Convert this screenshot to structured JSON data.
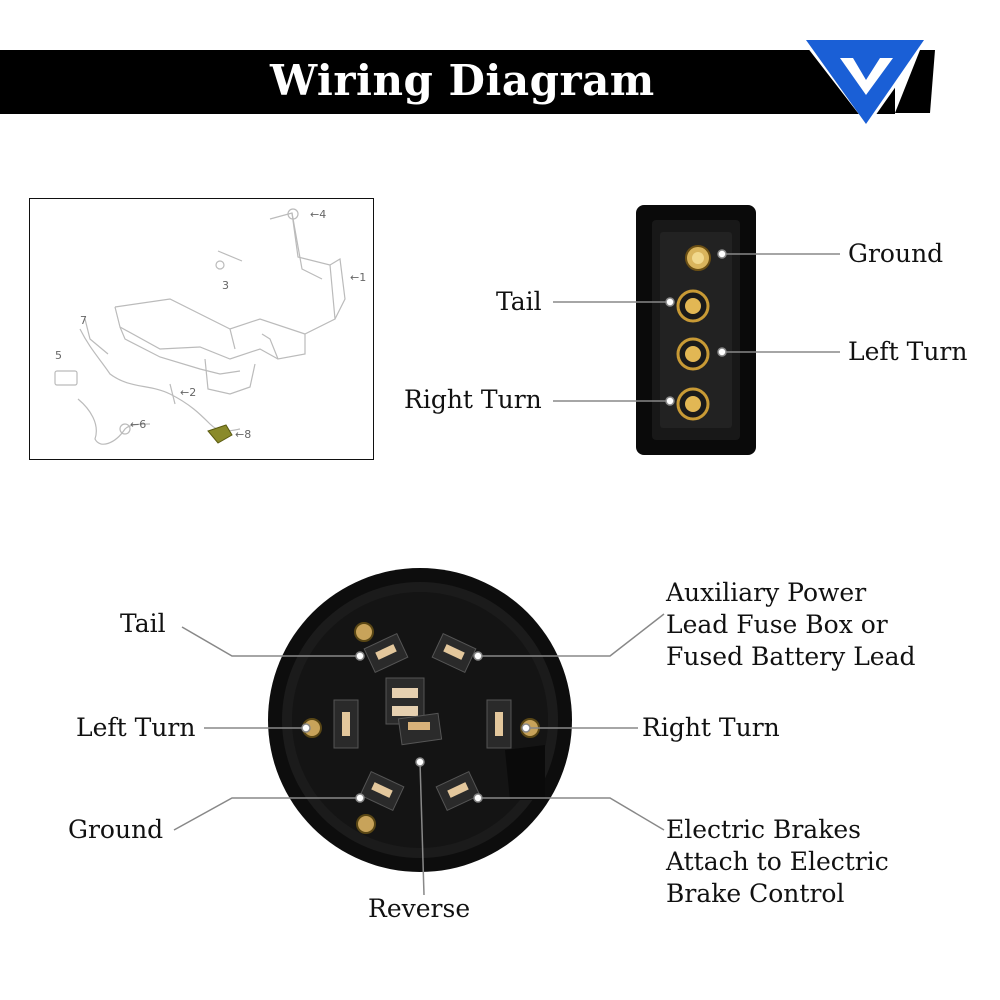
{
  "header": {
    "title": "Wiring Diagram"
  },
  "brand": {
    "logo": "v-chevron-logo",
    "accent": "#1a5fd6"
  },
  "parts_diagram": {
    "numbers": [
      "1",
      "2",
      "3",
      "4",
      "5",
      "6",
      "7",
      "8"
    ]
  },
  "four_pin": {
    "labels": {
      "ground": "Ground",
      "tail": "Tail",
      "left_turn": "Left Turn",
      "right_turn": "Right Turn"
    }
  },
  "seven_pin": {
    "labels": {
      "tail": "Tail",
      "left_turn": "Left Turn",
      "ground": "Ground",
      "reverse": "Reverse",
      "right_turn": "Right Turn",
      "aux": [
        "Auxiliary Power",
        "Lead Fuse Box or",
        "Fused Battery Lead"
      ],
      "brakes": [
        "Electric Brakes",
        "Attach to Electric",
        "Brake Control"
      ]
    }
  }
}
